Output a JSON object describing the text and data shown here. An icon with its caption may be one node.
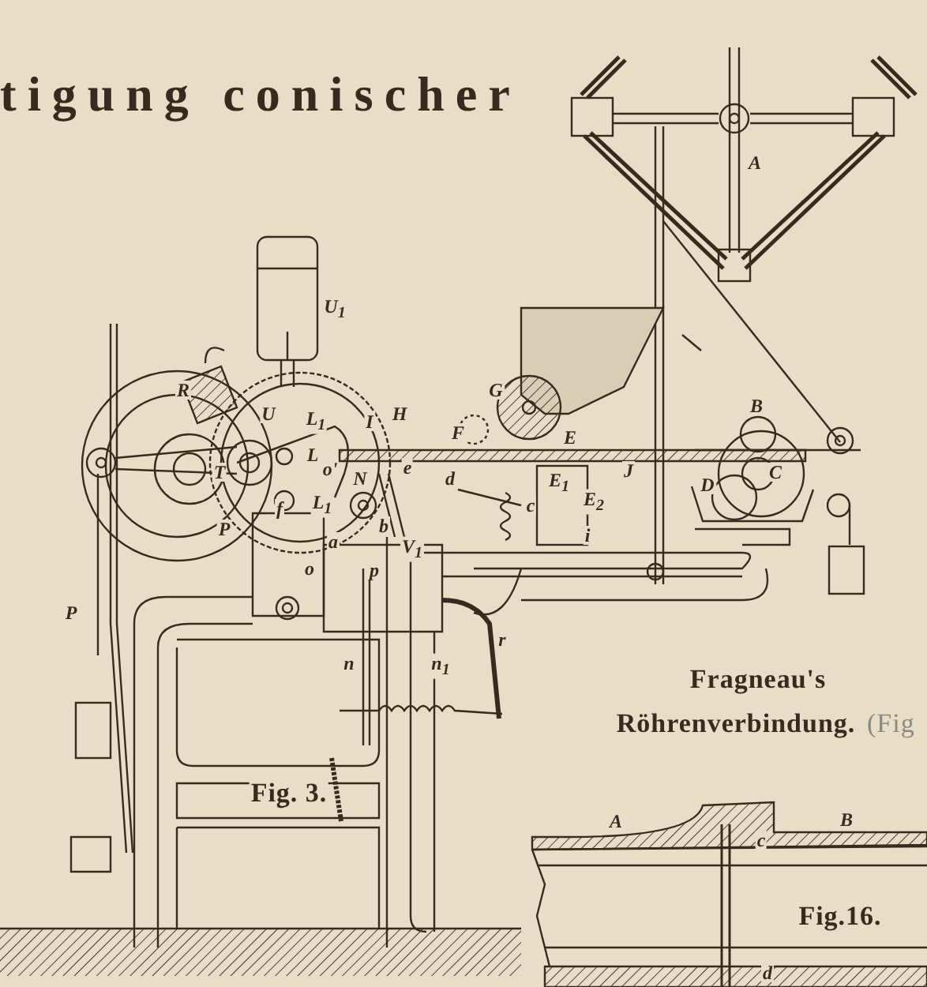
{
  "diagram": {
    "title": "tigung conischer",
    "labels": [
      "A",
      "U$_{1}$",
      "R",
      "G",
      "B",
      "H",
      "I",
      "U",
      "L$_{1}$",
      "F",
      "E",
      "L",
      "e",
      "C",
      "J",
      "o'",
      "T",
      "d",
      "N",
      "D",
      "E$_{1}$",
      "f",
      "L$_{1}$",
      "c",
      "E$_{2}$",
      "P",
      "b",
      "a",
      "i",
      "V$_{1}$",
      "o",
      "p",
      "P",
      "r",
      "n",
      "n$_{1}$",
      "Fragneau's",
      "Röhrenverbindung.",
      "(Fig",
      "Fig. 3.",
      "A",
      "B",
      "c",
      "Fig.16.",
      "d"
    ]
  }
}
